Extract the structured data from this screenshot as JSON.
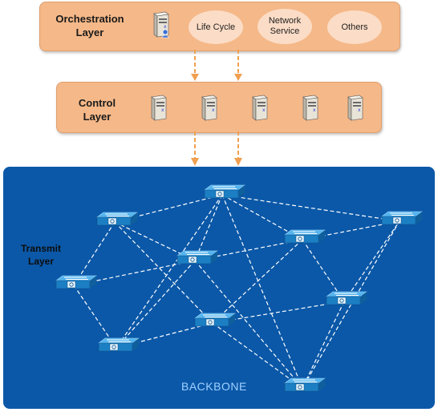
{
  "orchestration": {
    "title_line1": "Orchestration",
    "title_line2": "Layer",
    "items": [
      "Life Cycle",
      "Network Service",
      "Others"
    ],
    "icon": "server-with-user-icon"
  },
  "control": {
    "title_line1": "Control",
    "title_line2": "Layer",
    "server_count": 5,
    "icon": "server-icon"
  },
  "transmit": {
    "title_line1": "Transmit",
    "title_line2": "Layer",
    "backbone_label": "BACKBONE",
    "switch_icon": "network-switch-icon",
    "switch_count": 10,
    "link_count": 23
  },
  "colors": {
    "layer_fill": "#f5b888",
    "pill_fill": "#fbdcc6",
    "arrow": "#f0a050",
    "backbone_fill": "#0b58a8",
    "link": "#ffffff"
  }
}
